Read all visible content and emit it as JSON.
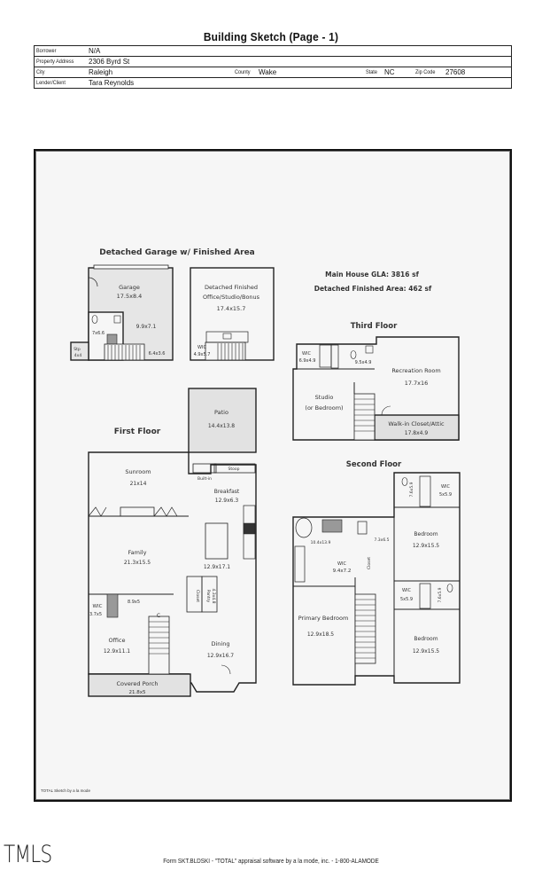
{
  "header": {
    "title": "Building Sketch (Page - 1)"
  },
  "info": {
    "borrower_label": "Borrower",
    "borrower": "N/A",
    "address_label": "Property Address",
    "address": "2306 Byrd St",
    "city_label": "City",
    "city": "Raleigh",
    "county_label": "County",
    "county": "Wake",
    "state_label": "State",
    "state": "NC",
    "zip_label": "Zip Code",
    "zip": "27608",
    "lender_label": "Lender/Client",
    "lender": "Tara Reynolds"
  },
  "sketch": {
    "summary": {
      "gla": "Main House GLA: 3816 sf",
      "detached": "Detached Finished Area: 462 sf"
    },
    "garage": {
      "title": "Detached Garage w/ Finished Area",
      "rooms": [
        {
          "name": "Garage",
          "dim": "17.5x8.4"
        },
        {
          "name": "",
          "dim": "9.9x7.1"
        },
        {
          "name": "",
          "dim": "7x6.6"
        },
        {
          "name": "Stp",
          "dim": "4x4"
        },
        {
          "name": "",
          "dim": "6.4x3.6"
        },
        {
          "name": "Detached Finished",
          "name2": "Office/Studio/Bonus",
          "dim": "17.4x15.7"
        },
        {
          "name": "WIC",
          "dim": "4.9x5.7"
        }
      ]
    },
    "third_floor": {
      "title": "Third Floor",
      "rooms": [
        {
          "name": "WIC",
          "dim": "6.9x4.9"
        },
        {
          "name": "",
          "dim": "9.5x4.9"
        },
        {
          "name": "Recreation Room",
          "dim": "17.7x16"
        },
        {
          "name": "Studio",
          "name2": "(or Bedroom)"
        },
        {
          "name": "Walk-in Closet/Attic",
          "dim": "17.8x4.9"
        }
      ]
    },
    "first_floor": {
      "title": "First Floor",
      "rooms": [
        {
          "name": "Patio",
          "dim": "14.4x13.8"
        },
        {
          "name": "Sunroom",
          "dim": "21x14"
        },
        {
          "name": "Built-in"
        },
        {
          "name": "Stoop"
        },
        {
          "name": "Breakfast",
          "dim": "12.9x6.3"
        },
        {
          "name": "Family",
          "dim": "21.3x15.5"
        },
        {
          "name": "",
          "dim": "12.9x17.1"
        },
        {
          "name": "Closet"
        },
        {
          "name": "Pantry",
          "dim": "4.3x4.8"
        },
        {
          "name": "WIC",
          "dim": "3.7x5"
        },
        {
          "name": "",
          "dim": "8.9x5"
        },
        {
          "name": "C"
        },
        {
          "name": "Office",
          "dim": "12.9x11.1"
        },
        {
          "name": "Dining",
          "dim": "12.9x16.7"
        },
        {
          "name": "Covered Porch",
          "dim": "21.8x5"
        }
      ]
    },
    "second_floor": {
      "title": "Second Floor",
      "rooms": [
        {
          "name": "",
          "dim": "7.6x5.9"
        },
        {
          "name": "WIC",
          "dim": "5x5.9"
        },
        {
          "name": "",
          "dim": "10.4x13.9"
        },
        {
          "name": "",
          "dim": "7.3x6.5"
        },
        {
          "name": "Bedroom",
          "dim": "12.9x15.5"
        },
        {
          "name": "WIC",
          "dim": "9.4x7.2"
        },
        {
          "name": "Closet"
        },
        {
          "name": "WIC",
          "dim": "5x5.9"
        },
        {
          "name": "",
          "dim": "7.6x5.9"
        },
        {
          "name": "Primary Bedroom",
          "dim": "12.9x18.5"
        },
        {
          "name": "Bedroom",
          "dim": "12.9x15.5"
        }
      ]
    },
    "credit": "TOTAL Sketch by a la mode"
  },
  "footer": {
    "logo": "TMLS",
    "form_text": "Form SKT.BLDSKI - \"TOTAL\" appraisal software by a la mode, inc. - 1-800-ALAMODE"
  }
}
